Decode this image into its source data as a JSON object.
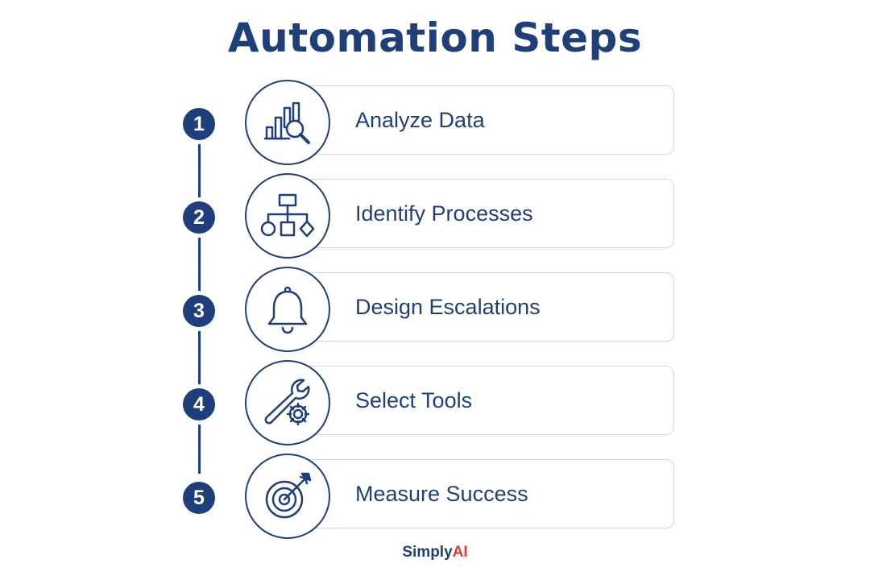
{
  "title": "Automation Steps",
  "accent_color": "#1f3f7a",
  "brand": {
    "name_part1": "Simply",
    "name_part2": "AI",
    "color_part1": "#1f3f7a",
    "color_part2": "#e03a3a"
  },
  "steps": [
    {
      "number": "1",
      "label": "Analyze Data",
      "icon": "bar-chart-magnifier-icon"
    },
    {
      "number": "2",
      "label": "Identify Processes",
      "icon": "flowchart-icon"
    },
    {
      "number": "3",
      "label": "Design Escalations",
      "icon": "bell-icon"
    },
    {
      "number": "4",
      "label": "Select Tools",
      "icon": "wrench-gear-icon"
    },
    {
      "number": "5",
      "label": "Measure Success",
      "icon": "target-arrow-icon"
    }
  ]
}
